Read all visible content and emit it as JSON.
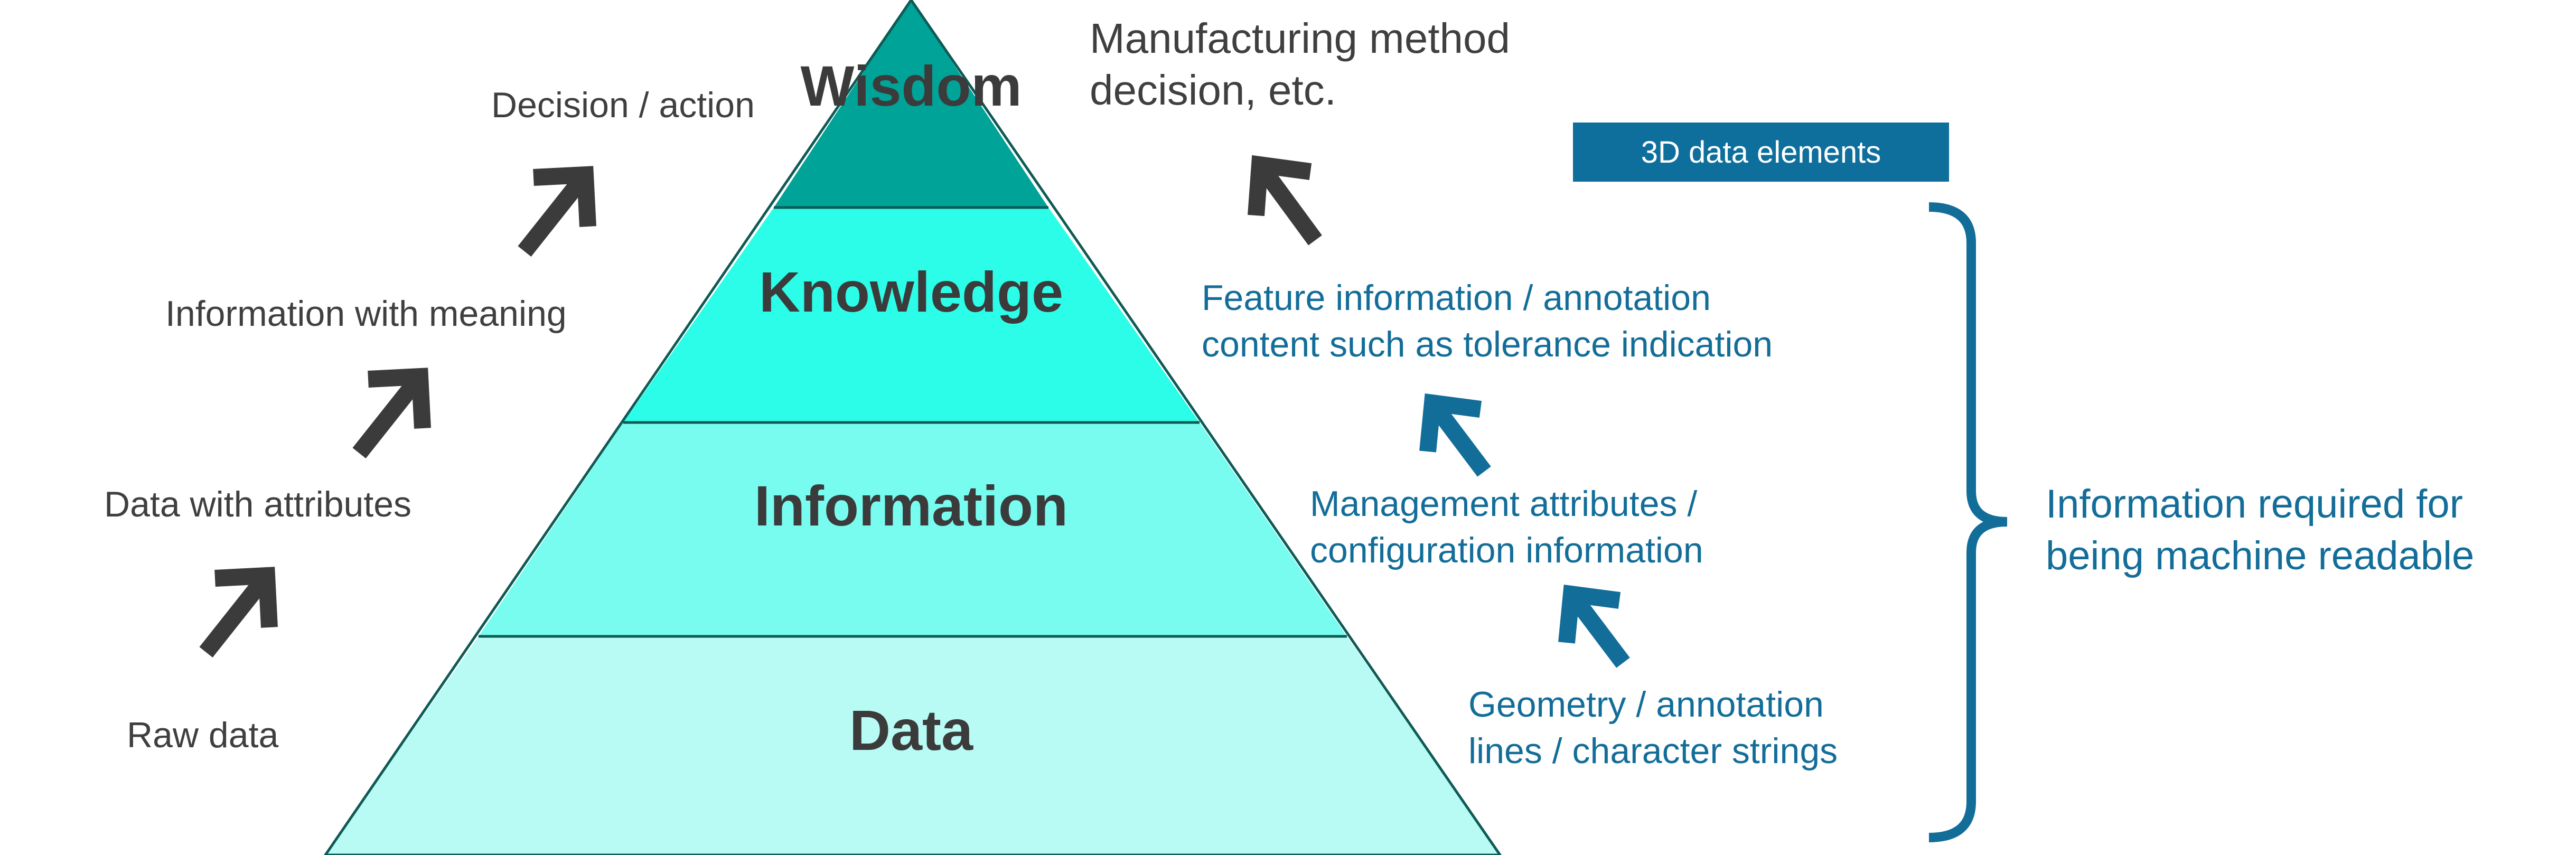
{
  "diagram": {
    "pyramid": {
      "levels": [
        {
          "label": "Wisdom",
          "color": "#00a397"
        },
        {
          "label": "Knowledge",
          "color": "#2cfde8"
        },
        {
          "label": "Information",
          "color": "#78fcf0"
        },
        {
          "label": "Data",
          "color": "#b8fbf5"
        }
      ],
      "outline_color": "#0f5a55"
    },
    "left_labels": [
      "Decision / action",
      "Information with meaning",
      "Data with attributes",
      "Raw data"
    ],
    "top_right_label": {
      "line1": "Manufacturing method",
      "line2": "decision, etc."
    },
    "tag": {
      "label": "3D data elements",
      "color": "#0f6f9c"
    },
    "right_labels": [
      {
        "line1": "Feature information / annotation",
        "line2": "content such as tolerance indication"
      },
      {
        "line1": "Management attributes /",
        "line2": "configuration information"
      },
      {
        "line1": "Geometry / annotation",
        "line2": "lines / character strings"
      }
    ],
    "brace_label": {
      "line1": "Information required for",
      "line2": "being machine readable"
    },
    "colors": {
      "dark_arrow": "#3b3b3b",
      "blue_arrow": "#136d99",
      "brace": "#136d99"
    }
  }
}
